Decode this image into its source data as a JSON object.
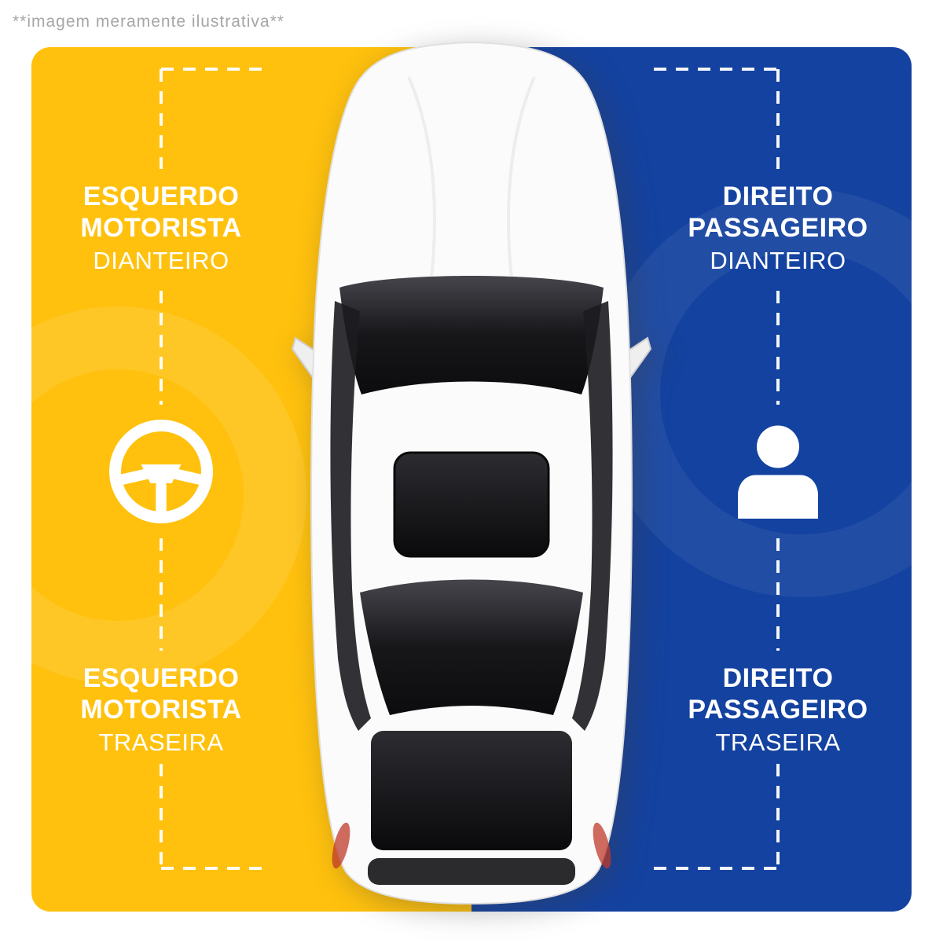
{
  "disclaimer": "**imagem meramente ilustrativa**",
  "colors": {
    "left_bg": "#FFC10D",
    "right_bg": "#1442A0",
    "label_text": "#FFFFFF",
    "disclaimer_text": "#A6A6A6"
  },
  "labels": {
    "left_front": {
      "line1": "ESQUERDO",
      "line2": "MOTORISTA",
      "line3": "DIANTEIRO"
    },
    "right_front": {
      "line1": "DIREITO",
      "line2": "PASSAGEIRO",
      "line3": "DIANTEIRO"
    },
    "left_rear": {
      "line1": "ESQUERDO",
      "line2": "MOTORISTA",
      "line3": "TRASEIRA"
    },
    "right_rear": {
      "line1": "DIREITO",
      "line2": "PASSAGEIRO",
      "line3": "TRASEIRA"
    }
  },
  "icons": {
    "left": "steering-wheel-icon",
    "right": "person-icon",
    "center": "car-top-view"
  }
}
